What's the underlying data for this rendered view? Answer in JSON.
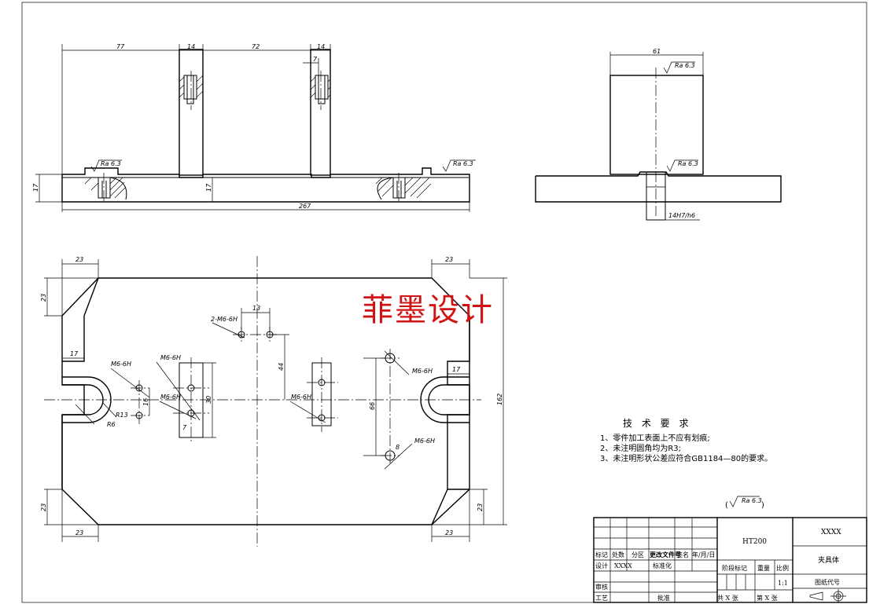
{
  "watermark": "菲墨设计",
  "top_view": {
    "dims": [
      "77",
      "14",
      "72",
      "14",
      "7",
      "17",
      "267"
    ],
    "left_height": "17",
    "rough_left": "Ra 6.3",
    "rough_right": "Ra 6.3"
  },
  "side_view": {
    "width": "61",
    "rough_top": "Ra 6.3",
    "rough_slot": "Ra 6.3",
    "fit": "14H7/h6"
  },
  "plan_view": {
    "corner_tl_w": "23",
    "corner_tl_h": "23",
    "corner_tr_w": "23",
    "corner_bl_w": "23",
    "corner_bl_h": "23",
    "corner_br_w": "23",
    "corner_br_h": "23",
    "slot_left": "17",
    "slot_right": "17",
    "r6": "R6",
    "r13": "R13",
    "height": "162",
    "holes": {
      "h2m6": "2-M6-6H",
      "spacing13": "13",
      "spacing44": "44",
      "m6_a": "M6-6H",
      "m6_b": "M6-6H",
      "m6_c": "M6-6H",
      "m6_d": "M6-6H",
      "m6_e": "M6-6H",
      "m6_f": "M6-6H",
      "d66": "66",
      "d8": "8",
      "d16": "16",
      "d7": "7",
      "d30": "30"
    }
  },
  "tech": {
    "title": "技 术 要 求",
    "items": [
      "1、零件加工表面上不应有划痕;",
      "2、未注明圆角均为R3;",
      "3、未注明形状公差应符合GB1184—80的要求。"
    ],
    "general_rough": "Ra 6.3"
  },
  "title_block": {
    "material": "HT200",
    "name_code": "XXXX",
    "part_name": "夹具体",
    "drawing_no": "图纸代号",
    "scale_value": "1:1",
    "labels": {
      "mark": "标记",
      "count": "处数",
      "zone": "分区",
      "change_doc": "更改文件号",
      "sign": "签名",
      "date": "年/月/日",
      "design": "设计",
      "design_name": "XXXX",
      "standard": "标准化",
      "stage": "阶段标记",
      "weight": "重量",
      "scale": "比例",
      "review": "审核",
      "process": "工艺",
      "approve": "批准",
      "total": "共  X  张",
      "sheet": "第  X  张"
    }
  }
}
